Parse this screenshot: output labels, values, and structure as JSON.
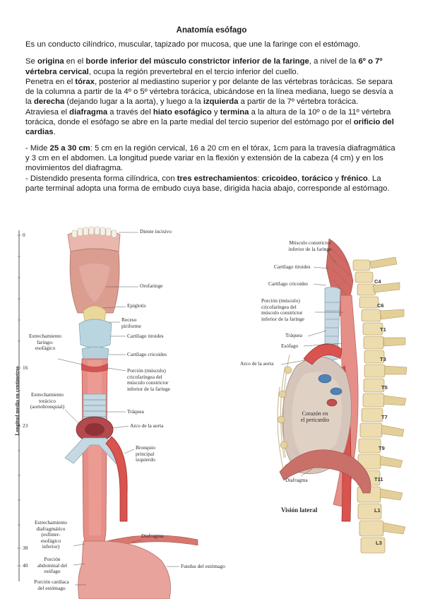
{
  "document": {
    "title": "Anatomía esófago",
    "p1": "Es un conducto cilíndrico, muscular, tapizado por mucosa, que une la faringe con el estómago.",
    "p2": {
      "a": "Se ",
      "b": "origina",
      "c": " en el ",
      "d": "borde inferior del músculo constrictor inferior de la faringe",
      "e": ", a nivel de la ",
      "f": "6º o 7º vértebra cervical",
      "g": ", ocupa la región prevertebral en el tercio inferior del cuello."
    },
    "p3": {
      "a": "Penetra en el ",
      "b": "tórax",
      "c": ", posterior al mediastino superior y por delante de las vértebras torácicas. Se separa de la columna a partir de la 4º o 5º vértebra torácica, ubicándose en la línea mediana, luego se desvía a la ",
      "d": "derecha",
      "e": " (dejando lugar a la aorta), y luego a la ",
      "f": "izquierda",
      "g": " a partir de la 7º vértebra torácica."
    },
    "p4": {
      "a": "Atraviesa el ",
      "b": "diafragma",
      "c": " a través del ",
      "d": "hiato esofágico",
      "e": " y ",
      "f": "termina",
      "g": " a la altura de la 10º o de la 11º vértebra torácica, donde el esófago se abre en la parte medial del tercio superior del estómago por el ",
      "h": "orificio del cardias",
      "i": "."
    },
    "p5": {
      "a": "- Mide ",
      "b": "25 a 30 cm",
      "c": ": 5 cm en la región cervical, 16 a 20 cm en el tórax, 1cm para la travesía diafragmática y 3 cm en el abdomen. La longitud puede variar en la flexión y extensión de la cabeza (4 cm) y en los movimientos del diafragma."
    },
    "p6": {
      "a": "- Distendido presenta forma cilíndrica, con ",
      "b": "tres estrechamientos",
      "c": ": ",
      "d": "cricoideo",
      "e": ", ",
      "f": "torácico",
      "g": " y ",
      "h": "frénico",
      "i": ". La parte terminal adopta una forma de embudo cuya base, dirigida hacia abajo, corresponde al estómago."
    }
  },
  "figure_left": {
    "axis_title": "Longitud media en centímetros",
    "ticks": [
      "0",
      "16",
      "23",
      "38",
      "40"
    ],
    "labels": {
      "diente_incisivo": "Diente incisivo",
      "orofaringe": "Orofaringe",
      "epiglotis": "Epiglotis",
      "receso": "Receso\npiriforme",
      "cartilago_tiroides": "Cartílago tiroides",
      "cartilago_cricoides": "Cartílago cricoides",
      "porcion_musculo": "Porción (músculo)\ncricofaríngea del\nmúsculo constrictor\ninferior de la faringe",
      "traquea": "Tráquea",
      "arco_aorta": "Arco de la aorta",
      "bronquio": "Bronquio\nprincipal\nizquierdo",
      "diafragma": "Diafragma",
      "fundus": "Fundus del estómago",
      "estrech_faringo": "Estrechamiento\nfaringo-\nesofágico",
      "estrech_toracico": "Estrechamiento\ntorácico\n(aortobronquial)",
      "estrech_diafrag": "Estrechamiento\ndiafragmático\n(esfínter-\nesofágico\ninferior)",
      "porcion_abdominal": "Porción\nabdominal del\nesófago",
      "porcion_cardiaca": "Porción cardíaca\ndel estómago"
    }
  },
  "figure_right": {
    "labels": {
      "musculo_constrictor": "Músculo constrictor\ninferior de la faringe",
      "cartilago_tiroides": "Cartílago tiroides",
      "cartilago_cricoides": "Cartílago cricoides",
      "porcion": "Porción (músculo)\ncricofaríngea del\nmúsculo constrictor\ninferior de la faringe",
      "traquea": "Tráquea",
      "esofago": "Esófago",
      "arco_aorta": "Arco de la aorta",
      "corazon": "Corazón en\nel pericardio",
      "diafragma": "Diafragma"
    },
    "vertebrae": [
      "C4",
      "C6",
      "T1",
      "T3",
      "T5",
      "T7",
      "T9",
      "T11",
      "L1",
      "L3"
    ],
    "view_title": "Visión lateral"
  }
}
